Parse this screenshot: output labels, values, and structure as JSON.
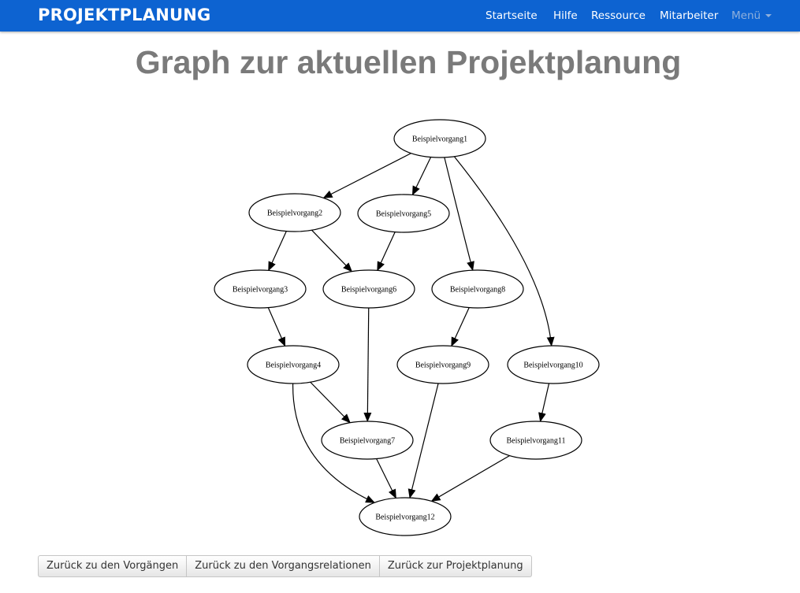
{
  "navbar": {
    "brand": "PROJEKTPLANUNG",
    "items": [
      {
        "label": "Startseite"
      },
      {
        "label": "Hilfe"
      },
      {
        "label": "Ressource"
      },
      {
        "label": "Mitarbeiter"
      },
      {
        "label": "Menü",
        "dropdown": true,
        "muted": true
      }
    ],
    "color": "#0d63d1"
  },
  "page": {
    "title": "Graph zur aktuellen Projektplanung"
  },
  "graph": {
    "nodes": [
      {
        "id": "n1",
        "label": "Beispielvorgang1"
      },
      {
        "id": "n2",
        "label": "Beispielvorgang2"
      },
      {
        "id": "n5",
        "label": "Beispielvorgang5"
      },
      {
        "id": "n3",
        "label": "Beispielvorgang3"
      },
      {
        "id": "n6",
        "label": "Beispielvorgang6"
      },
      {
        "id": "n8",
        "label": "Beispielvorgang8"
      },
      {
        "id": "n4",
        "label": "Beispielvorgang4"
      },
      {
        "id": "n9",
        "label": "Beispielvorgang9"
      },
      {
        "id": "n10",
        "label": "Beispielvorgang10"
      },
      {
        "id": "n7",
        "label": "Beispielvorgang7"
      },
      {
        "id": "n11",
        "label": "Beispielvorgang11"
      },
      {
        "id": "n12",
        "label": "Beispielvorgang12"
      }
    ],
    "edges": [
      {
        "from": "n1",
        "to": "n2"
      },
      {
        "from": "n1",
        "to": "n5"
      },
      {
        "from": "n1",
        "to": "n8"
      },
      {
        "from": "n1",
        "to": "n10"
      },
      {
        "from": "n2",
        "to": "n3"
      },
      {
        "from": "n2",
        "to": "n6"
      },
      {
        "from": "n5",
        "to": "n6"
      },
      {
        "from": "n3",
        "to": "n4"
      },
      {
        "from": "n6",
        "to": "n7"
      },
      {
        "from": "n8",
        "to": "n9"
      },
      {
        "from": "n4",
        "to": "n7"
      },
      {
        "from": "n4",
        "to": "n12"
      },
      {
        "from": "n7",
        "to": "n12"
      },
      {
        "from": "n9",
        "to": "n12"
      },
      {
        "from": "n10",
        "to": "n11"
      },
      {
        "from": "n11",
        "to": "n12"
      }
    ]
  },
  "buttons": [
    {
      "label": "Zurück zu den Vorgängen"
    },
    {
      "label": "Zurück zu den Vorgangsrelationen"
    },
    {
      "label": "Zurück zur Projektplanung"
    }
  ]
}
